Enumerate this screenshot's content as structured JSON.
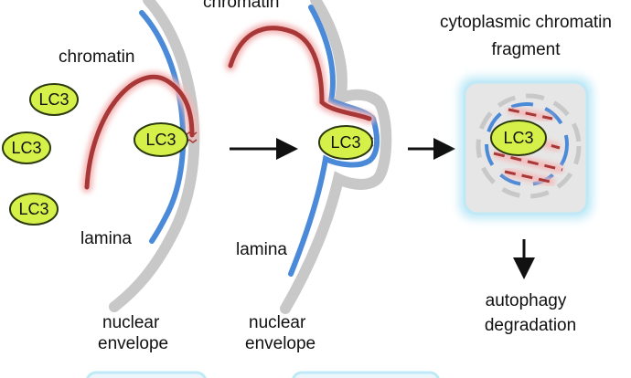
{
  "colors": {
    "chromatin": "#a83838",
    "chromatin_glow": "#f4b8b8",
    "lamina": "#4a8ad8",
    "envelope": "#c8c8c8",
    "lc3_fill": "#d6f04a",
    "lc3_stroke": "#2c3a10",
    "fragment_box": "#e6e6e6",
    "fragment_glow": "#bfe9f7",
    "arrow": "#111111"
  },
  "panel1": {
    "chromatin_label": "chromatin",
    "lamina_label": "lamina",
    "envelope_label_line1": "nuclear",
    "envelope_label_line2": "envelope",
    "lc3_labels": [
      "LC3",
      "LC3",
      "LC3",
      "LC3"
    ]
  },
  "panel2": {
    "chromatin_label": "chromatin",
    "lamina_label": "lamina",
    "envelope_label_line1": "nuclear",
    "envelope_label_line2": "envelope",
    "lc3_label": "LC3"
  },
  "panel3": {
    "title_line1": "cytoplasmic chromatin",
    "title_line2": "fragment",
    "lc3_label": "LC3",
    "outcome_line1": "autophagy",
    "outcome_line2": "degradation"
  },
  "icons": {
    "arrow1": "right-arrow-icon",
    "arrow2": "right-arrow-icon",
    "arrow3": "down-arrow-icon"
  }
}
